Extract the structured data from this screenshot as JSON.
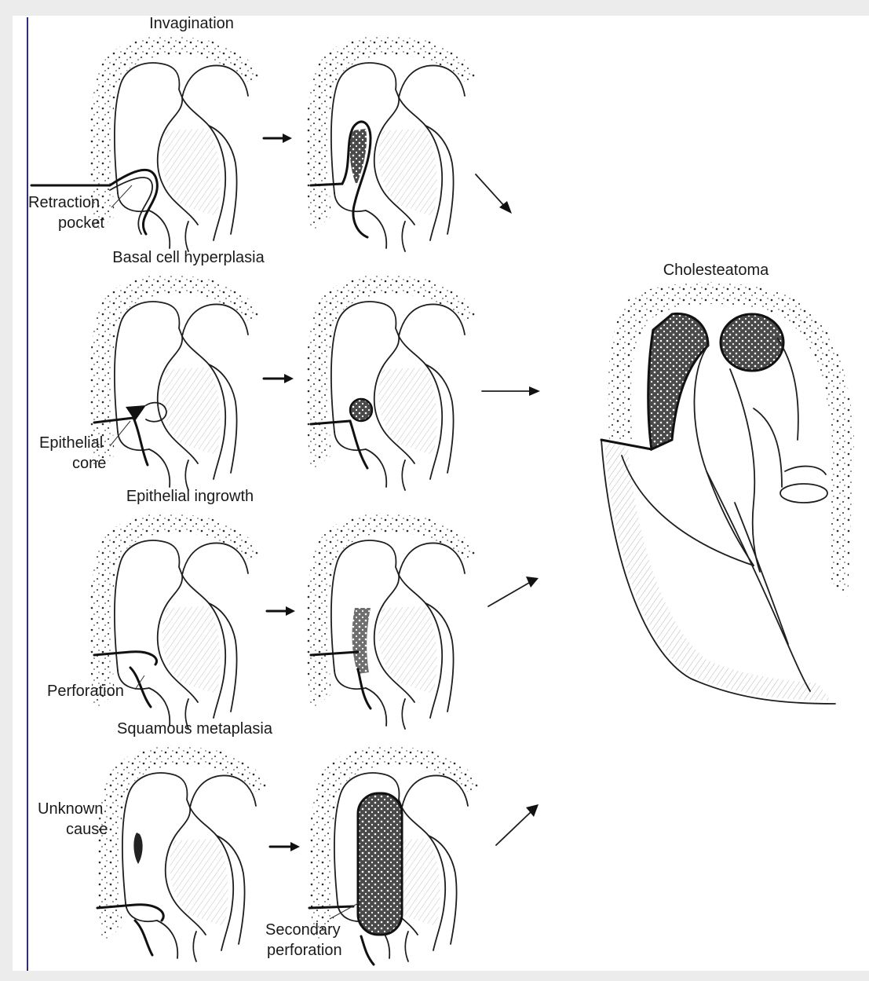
{
  "labels": {
    "invagination": "Invagination",
    "retraction_pocket_1": "Retraction",
    "retraction_pocket_2": "pocket",
    "basal_cell_hyperplasia": "Basal cell hyperplasia",
    "epithelial_cone_1": "Epithelial",
    "epithelial_cone_2": "cone",
    "epithelial_ingrowth": "Epithelial ingrowth",
    "perforation": "Perforation",
    "squamous_metaplasia": "Squamous metaplasia",
    "unknown_cause_1": "Unknown",
    "unknown_cause_2": "cause",
    "secondary_perforation_1": "Secondary",
    "secondary_perforation_2": "perforation",
    "cholesteatoma": "Cholesteatoma"
  },
  "colors": {
    "ink": "#1e1e1e",
    "rule": "#2b2f7a",
    "background": "#ececec",
    "sheet": "#ffffff"
  }
}
